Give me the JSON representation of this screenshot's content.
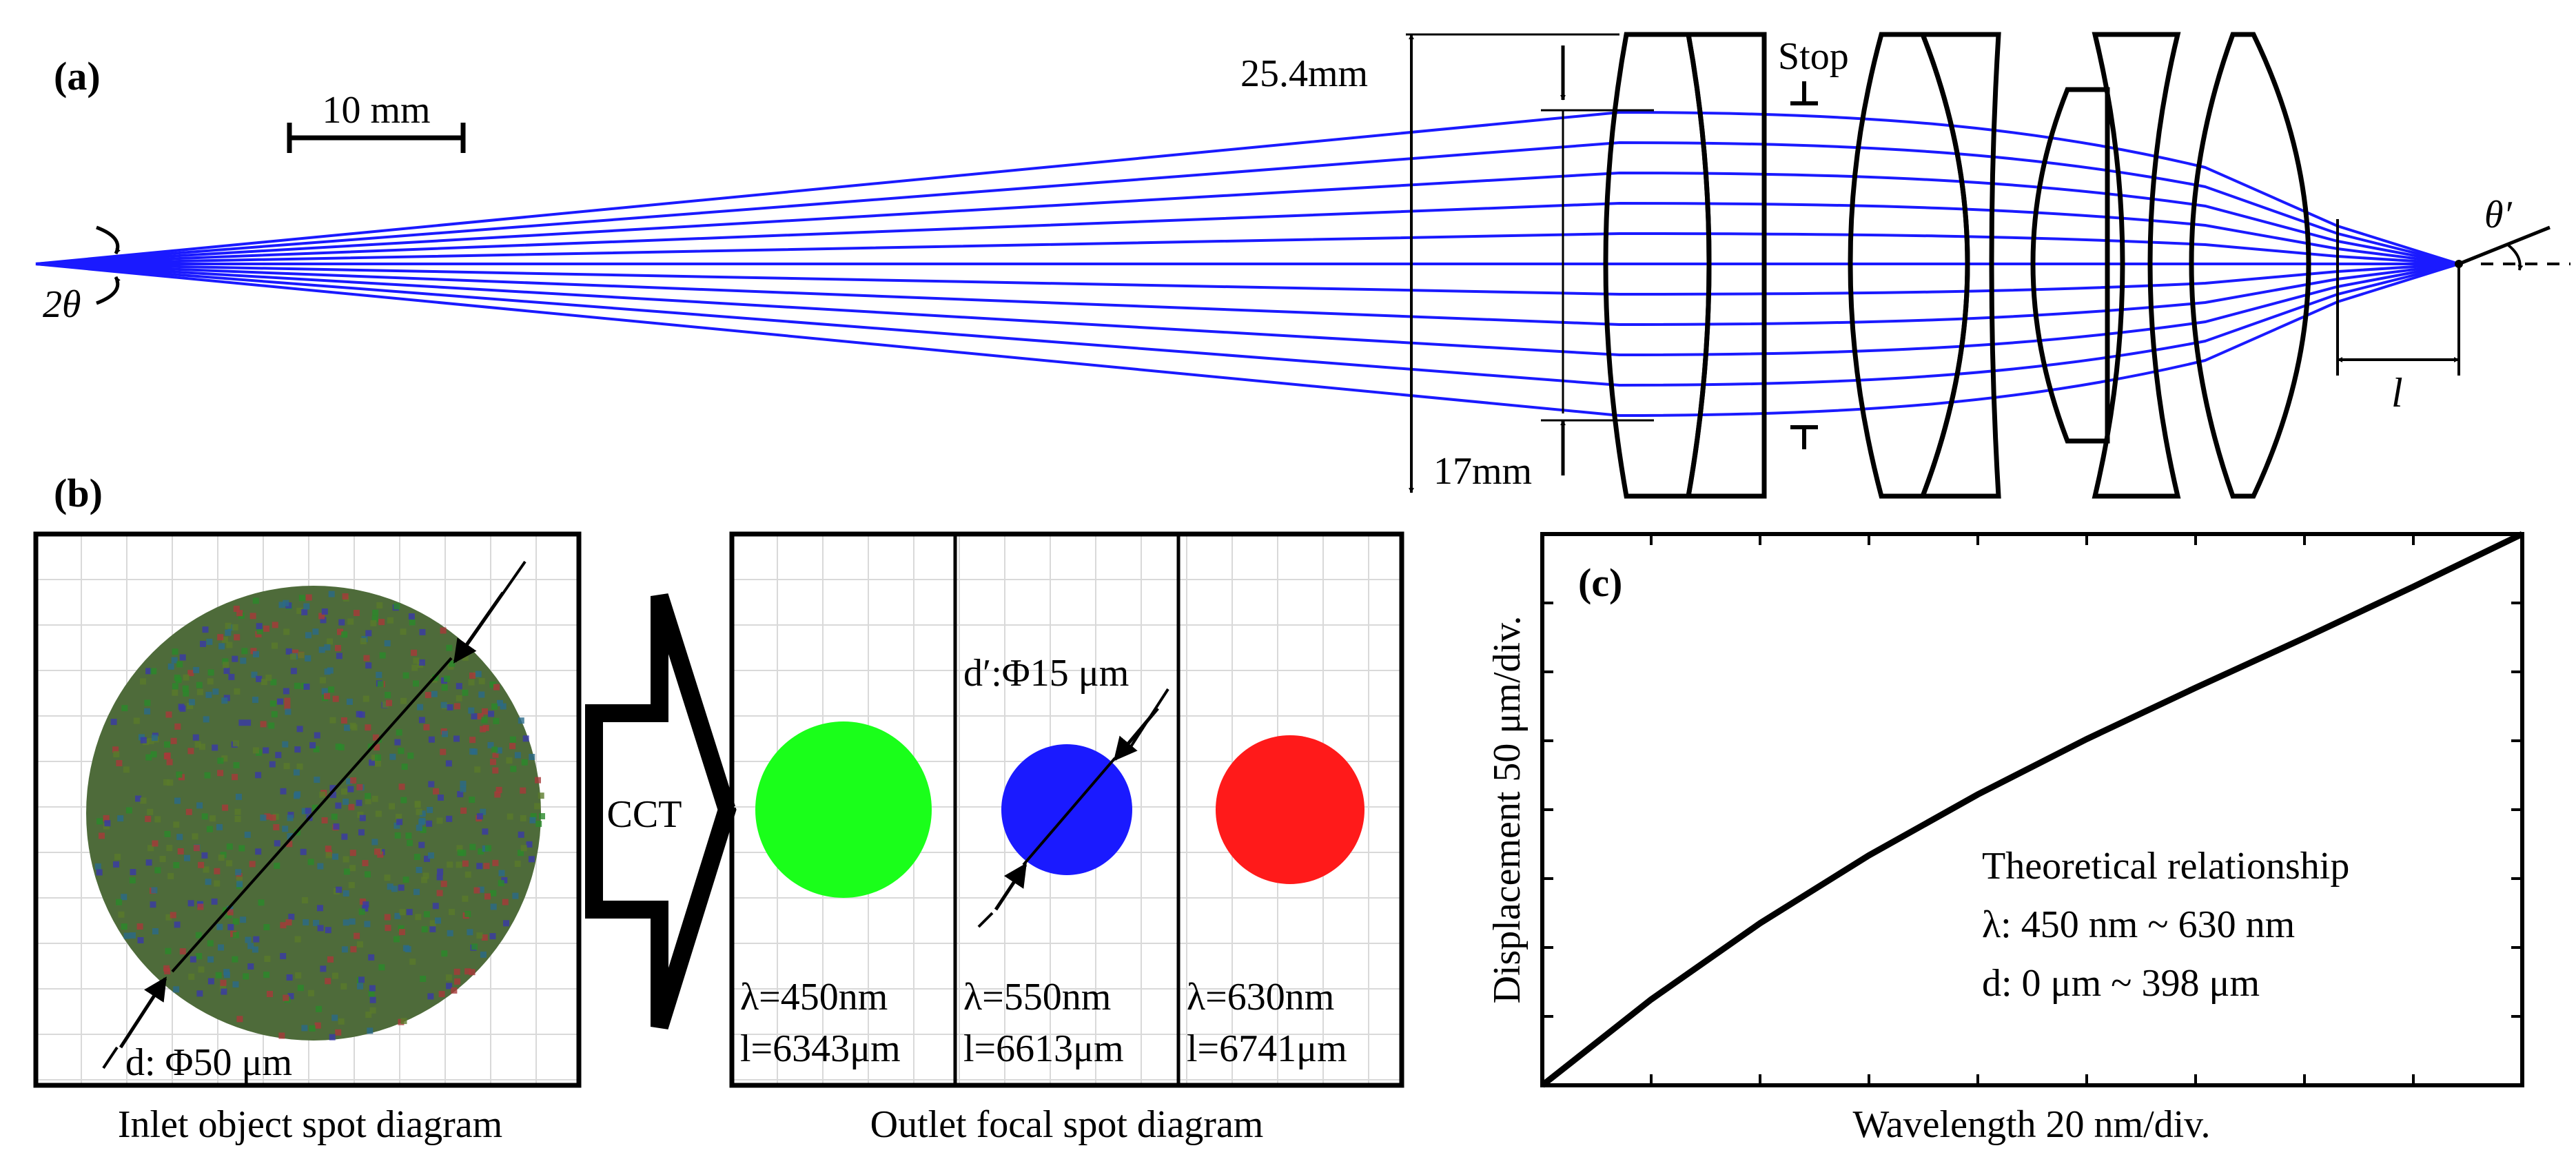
{
  "panel_a": {
    "tag": "(a)",
    "scale_bar_label": "10 mm",
    "field_angle_label": "2θ",
    "aperture_label": "25.4mm",
    "stop_label": "Stop",
    "stop_diameter_label": "17mm",
    "exit_angle_label": "θ′",
    "back_focal_label": "l",
    "ray_color": "#1a1aff"
  },
  "panel_b": {
    "tag": "(b)",
    "inlet": {
      "diameter_label": "d: Φ50 μm",
      "caption": "Inlet object spot diagram"
    },
    "arrow_label": "CCT",
    "outlet": {
      "caption": "Outlet focal spot diagram",
      "diameter_label": "d′:Φ15 μm",
      "spots": [
        {
          "wavelength": "λ=450nm",
          "distance": "l=6343μm",
          "color": "#1aff1a"
        },
        {
          "wavelength": "λ=550nm",
          "distance": "l=6613μm",
          "color": "#1a1aff"
        },
        {
          "wavelength": "λ=630nm",
          "distance": "l=6741μm",
          "color": "#ff1a1a"
        }
      ]
    }
  },
  "panel_c": {
    "tag": "(c)",
    "ylabel": "Displacement 50 μm/div.",
    "xlabel": "Wavelength 20 nm/div.",
    "legend_lines": [
      "Theoretical relationship",
      "λ: 450 nm ~ 630 nm",
      "d: 0 μm ~ 398 μm"
    ]
  },
  "chart_data": {
    "type": "line",
    "title": "",
    "xlabel": "Wavelength 20 nm/div.",
    "ylabel": "Displacement 50 μm/div.",
    "xlim": [
      450,
      630
    ],
    "ylim": [
      0,
      398
    ],
    "grid": false,
    "x": [
      450,
      470,
      490,
      510,
      530,
      550,
      570,
      590,
      610,
      630
    ],
    "series": [
      {
        "values": [
          0,
          62,
          117,
          166,
          210,
          250,
          287,
          323,
          360,
          398
        ]
      }
    ]
  }
}
